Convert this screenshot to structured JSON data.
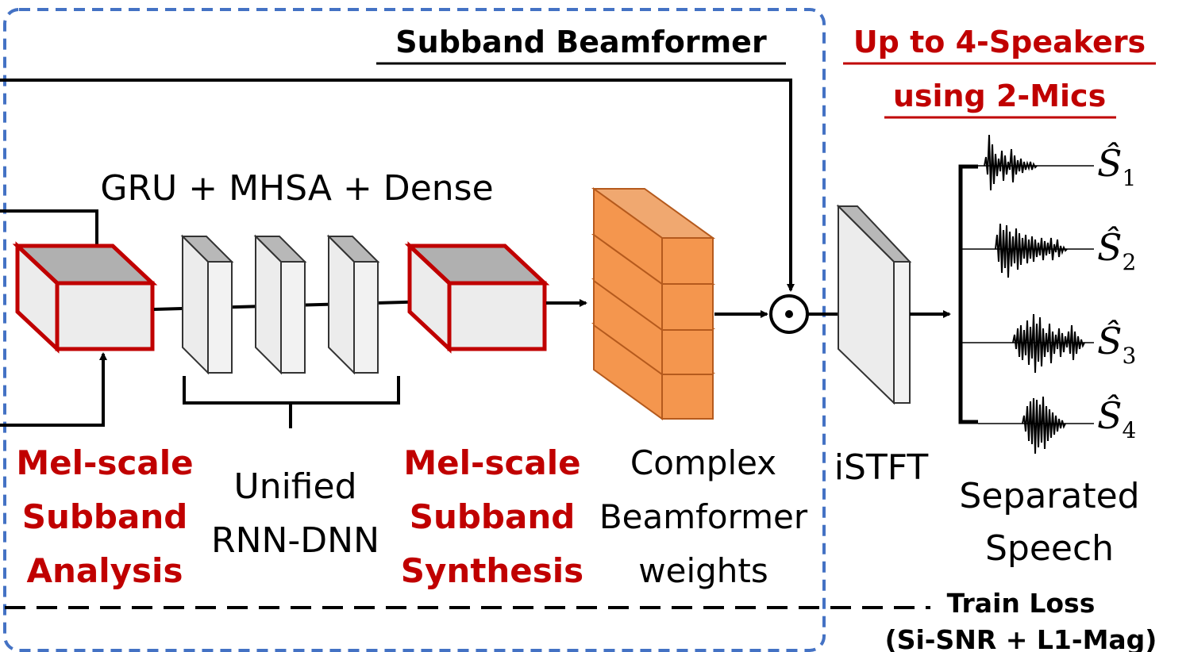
{
  "title": "Subband Beamformer",
  "headline": {
    "line1": "Up to 4-Speakers",
    "line2": "using 2-Mics"
  },
  "layer_caption": "GRU + MHSA + Dense",
  "blocks": {
    "analysis": [
      "Mel-scale",
      "Subband",
      "Analysis"
    ],
    "rnn_dnn": [
      "Unified",
      "RNN-DNN"
    ],
    "synthesis": [
      "Mel-scale",
      "Subband",
      "Synthesis"
    ],
    "weights": [
      "Complex",
      "Beamformer",
      "weights"
    ],
    "istft": "iSTFT",
    "output": [
      "Separated",
      "Speech"
    ]
  },
  "operator_symbol": "⊙",
  "speakers": [
    {
      "base": "Ŝ",
      "sub": "1"
    },
    {
      "base": "Ŝ",
      "sub": "2"
    },
    {
      "base": "Ŝ",
      "sub": "3"
    },
    {
      "base": "Ŝ",
      "sub": "4"
    }
  ],
  "loss": {
    "line1": "Train Loss",
    "line2": "(Si-SNR + L1-Mag)"
  },
  "colors": {
    "accent_red": "#c00000",
    "beamformer_box": "#4472c4",
    "weights_fill": "#f4964e",
    "weights_top": "#f0a870",
    "weights_edge": "#b55a1d",
    "block_face": "#ececec",
    "block_top": "#b0b0b0"
  }
}
